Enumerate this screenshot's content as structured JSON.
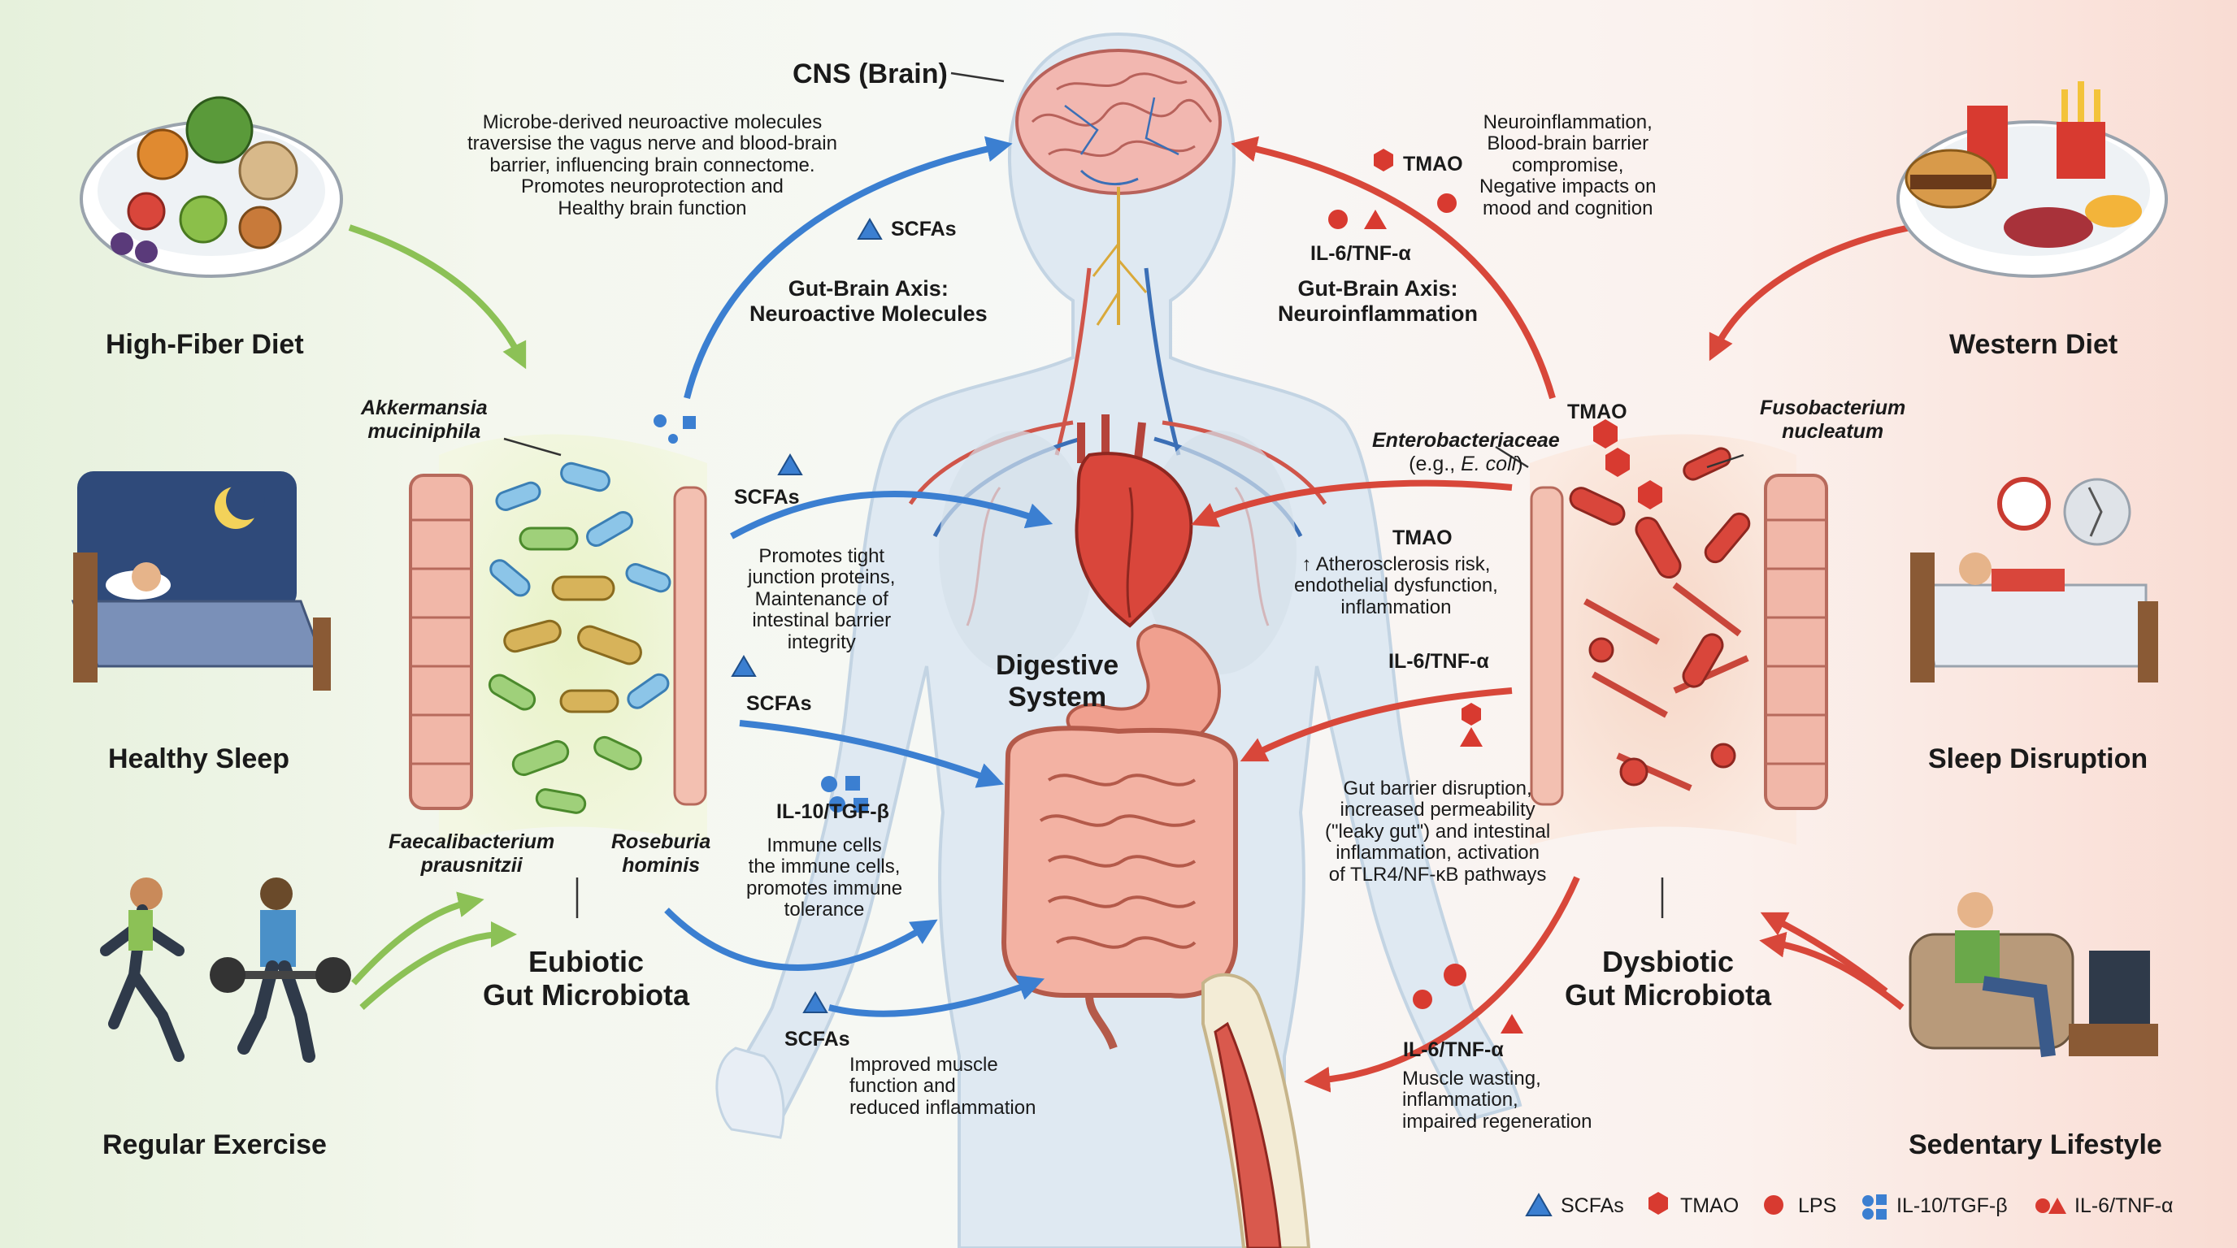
{
  "colors": {
    "beneficial": "#3b7fd1",
    "harmful": "#d8473a",
    "lifestyle_good": "#8cc156",
    "sfca": "#2f6fc0",
    "tmao": "#d83a30"
  },
  "center": {
    "cns": "CNS (Brain)",
    "digestive": [
      "Digestive",
      "System"
    ]
  },
  "left": {
    "lifestyle": [
      "High-Fiber Diet",
      "Healthy Sleep",
      "Regular Exercise"
    ],
    "microbiota": [
      "Eubiotic",
      "Gut Microbiota"
    ],
    "bacteria": {
      "akkermansia": [
        "Akkermansia",
        "muciniphila"
      ],
      "faecali": [
        "Faecalibacterium",
        "prausnitzii"
      ],
      "roseburia": [
        "Roseburia",
        "hominis"
      ]
    },
    "brain_desc": [
      "Microbe-derived neuroactive molecules",
      "traversise the vagus nerve and blood-brain",
      "barrier, influencing brain connectome.",
      "Promotes neuroprotection and",
      "Healthy brain function"
    ],
    "brain_mol": "SCFAs",
    "axis": [
      "Gut-Brain Axis:",
      "Neuroactive Molecules"
    ],
    "heart_mol": "SCFAs",
    "heart_desc": [
      "Promotes tight",
      "junction proteins,",
      "Maintenance of",
      "intestinal barrier",
      "integrity"
    ],
    "gut_mol": "SCFAs",
    "immune_mol": "IL-10/TGF-β",
    "immune_desc": [
      "Immune cells",
      "the immune cells,",
      "promotes immune",
      "tolerance"
    ],
    "muscle_mol": "SCFAs",
    "muscle_desc": [
      "Improved muscle",
      "function and",
      "reduced inflammation"
    ]
  },
  "right": {
    "lifestyle": [
      "Western Diet",
      "Sleep Disruption",
      "Sedentary Lifestyle"
    ],
    "microbiota": [
      "Dysbiotic",
      "Gut Microbiota"
    ],
    "bacteria": {
      "fuso": [
        "Fusobacterium",
        "nucleatum"
      ],
      "entero": "Enterobacteriaceae",
      "entero_sub_a": "(e.g., ",
      "entero_sub_b": "E. coli",
      "entero_sub_c": ")"
    },
    "brain_desc": [
      "Neuroinflammation,",
      "Blood-brain barrier",
      "compromise,",
      "Negative impacts on",
      "mood and cognition"
    ],
    "brain_mol1": "TMAO",
    "brain_mol2": "IL-6/TNF-α",
    "axis": [
      "Gut-Brain Axis:",
      "Neuroinflammation"
    ],
    "tmao_top": "TMAO",
    "heart_mol": "TMAO",
    "heart_desc": [
      "↑ Atherosclerosis risk,",
      "endothelial dysfunction,",
      "inflammation"
    ],
    "gut_mol": "IL-6/TNF-α",
    "gut_desc": [
      "Gut barrier disruption,",
      "increased permeability",
      "(\"leaky gut\") and intestinal",
      "inflammation, activation",
      "of TLR4/NF-κB pathways"
    ],
    "muscle_mol": "IL-6/TNF-α",
    "muscle_desc": [
      "Muscle wasting,",
      "inflammation,",
      "impaired regeneration"
    ]
  },
  "legend": [
    "SCFAs",
    "TMAO",
    "LPS",
    "IL-10/TGF-β",
    "IL-6/TNF-α"
  ]
}
